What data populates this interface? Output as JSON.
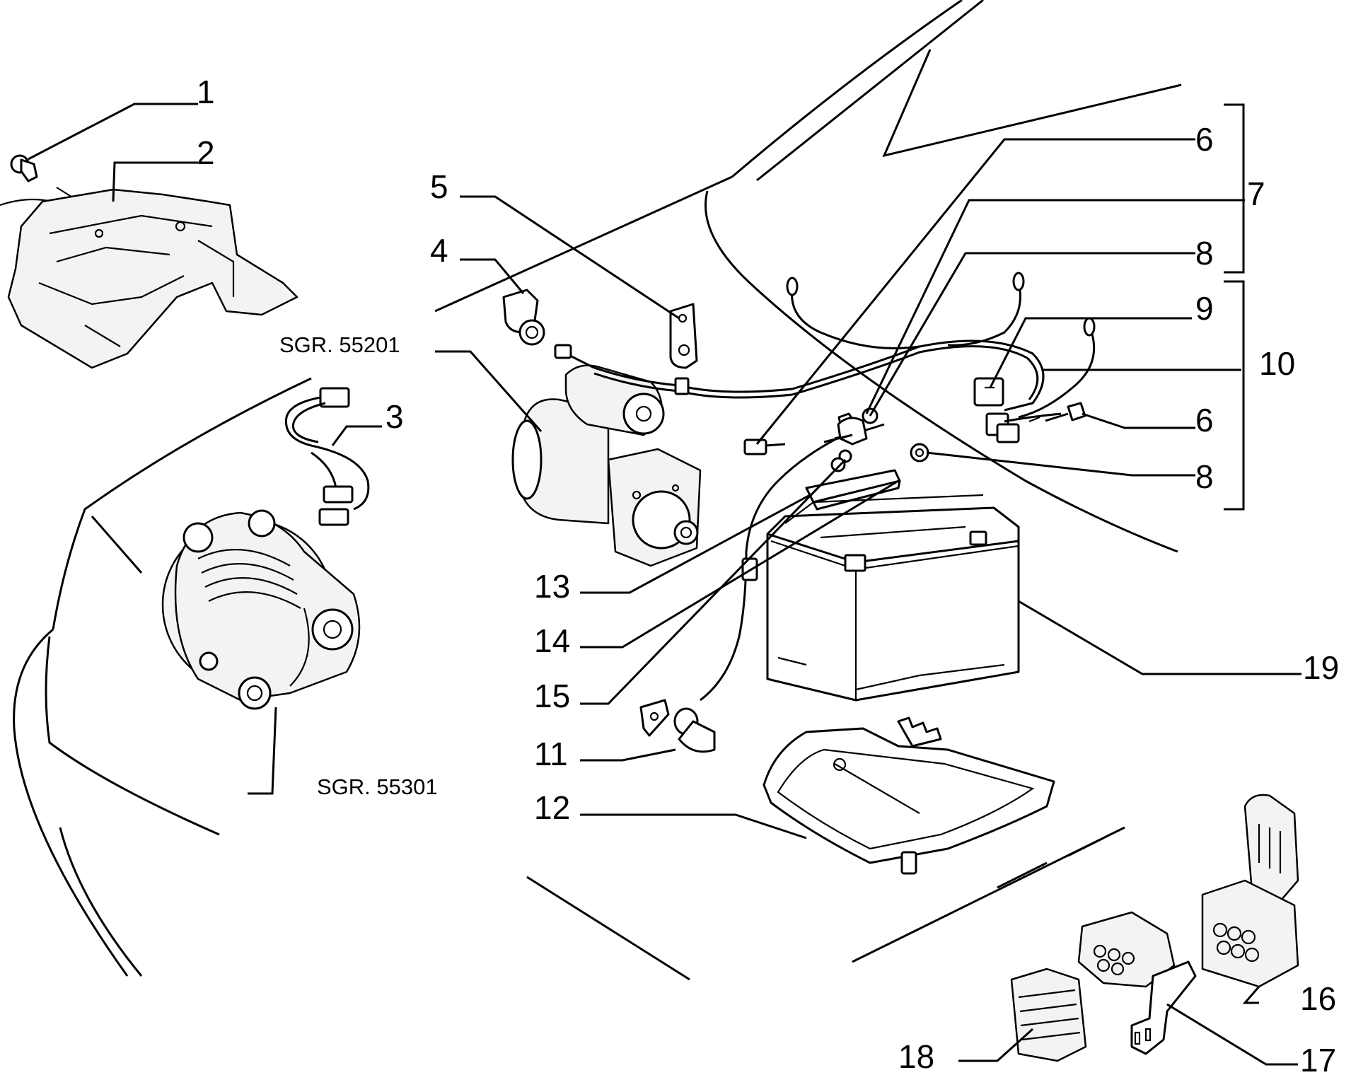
{
  "callouts": [
    {
      "id": "1",
      "text": "1"
    },
    {
      "id": "2",
      "text": "2"
    },
    {
      "id": "3",
      "text": "3"
    },
    {
      "id": "4",
      "text": "4"
    },
    {
      "id": "5",
      "text": "5"
    },
    {
      "id": "6a",
      "text": "6"
    },
    {
      "id": "7",
      "text": "7"
    },
    {
      "id": "8a",
      "text": "8"
    },
    {
      "id": "9",
      "text": "9"
    },
    {
      "id": "10",
      "text": "10"
    },
    {
      "id": "6b",
      "text": "6"
    },
    {
      "id": "8b",
      "text": "8"
    },
    {
      "id": "13",
      "text": "13"
    },
    {
      "id": "14",
      "text": "14"
    },
    {
      "id": "15",
      "text": "15"
    },
    {
      "id": "19",
      "text": "19"
    },
    {
      "id": "11",
      "text": "11"
    },
    {
      "id": "12",
      "text": "12"
    },
    {
      "id": "16",
      "text": "16"
    },
    {
      "id": "18",
      "text": "18"
    },
    {
      "id": "17",
      "text": "17"
    }
  ],
  "references": {
    "starter": "SGR. 55201",
    "alternator": "SGR. 55301"
  }
}
